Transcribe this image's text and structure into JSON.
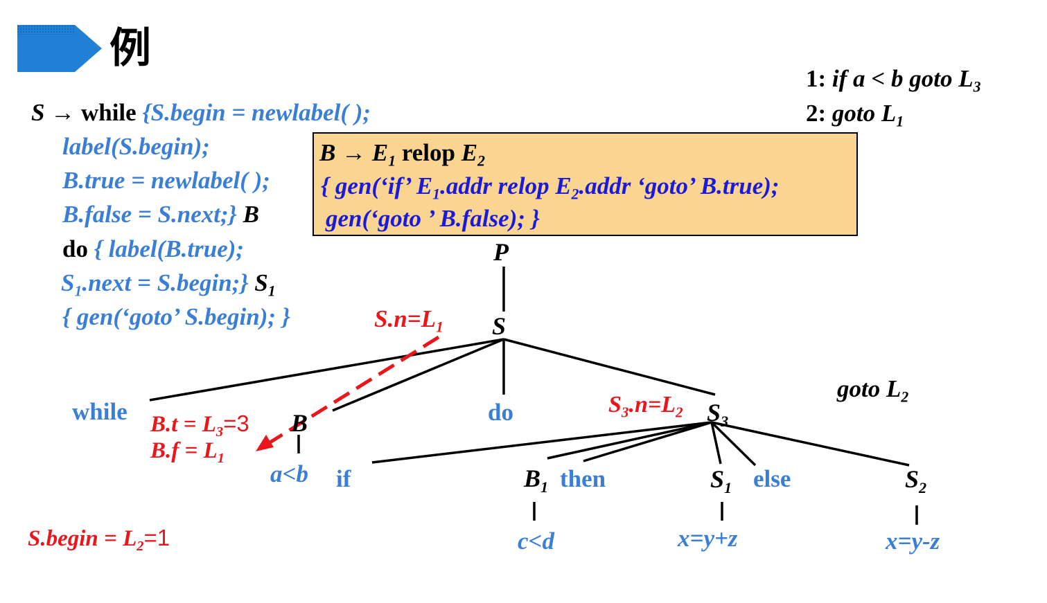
{
  "header": {
    "title": "例",
    "colors": {
      "arrow": "#1f80d5",
      "arrow_dots": "#0f5fb0"
    }
  },
  "rule": {
    "l1_a": "S",
    "l1_arrow": "→",
    "l1_b": "while",
    "l1_c": "{S.begin = newlabel( );",
    "l2": "label(S.begin);",
    "l3": "B.true = newlabel( );",
    "l4_a": "B.false = S.next;}",
    "l4_b": "B",
    "l5_a": "do",
    "l5_b": "{ label(B.true);",
    "l6_a": "S",
    "l6_sub": "1",
    "l6_b": ".next = S.begin;}",
    "l6_c": "S",
    "l6_csub": "1",
    "l7": "{ gen(‘goto’ S.begin); }"
  },
  "box": {
    "l1_a": "B",
    "l1_arrow": "→",
    "l1_b": "E",
    "l1_bsub": "1",
    "l1_c": "relop",
    "l1_d": "E",
    "l1_dsub": "2",
    "l2_a": "{ gen(‘if’ E",
    "l2_asub": "1",
    "l2_b": ".addr relop E",
    "l2_bsub": "2",
    "l2_c": ".addr ‘goto’  B.true);",
    "l3": "gen(‘goto ’ B.false); }",
    "colors": {
      "fill": "#f9d591",
      "border": "#000000"
    }
  },
  "code": {
    "line1_a": "1:",
    "line1_b": "if a",
    "line1_c": "<",
    "line1_d": "b  goto L",
    "line1_sub": "3",
    "line2_a": "2:",
    "line2_b": "goto L",
    "line2_sub": "1",
    "goto_l2": "goto L",
    "goto_l2_sub": "2"
  },
  "tree": {
    "P": "P",
    "S": "S",
    "while": "while",
    "B": "B",
    "do": "do",
    "S3": "S",
    "S3_sub": "3",
    "a_lt_b": "a<b",
    "if": "if",
    "B1": "B",
    "B1_sub": "1",
    "then": "then",
    "S1": "S",
    "S1_sub": "1",
    "else": "else",
    "S2": "S",
    "S2_sub": "2",
    "c_lt_d": "c<d",
    "x_eq_yz": "x=y+z",
    "x_eq_y_minus_z": "x=y-z"
  },
  "annotations": {
    "sn": "S.n=L",
    "sn_sub": "1",
    "bt_a": "B.t = L",
    "bt_sub": "3",
    "bt_b": "=3",
    "bf_a": "B.f = L",
    "bf_sub": "1",
    "s3n_a": "S",
    "s3n_sub": "3",
    "s3n_b": ".n=L",
    "s3n_sub2": "2",
    "sbegin_a": "S.begin = L",
    "sbegin_sub": "2",
    "sbegin_b": "=1"
  },
  "colors": {
    "black": "#000000",
    "blue": "#3a7fd5",
    "red": "#e8171b",
    "dark_blue": "#1a1ad8"
  }
}
